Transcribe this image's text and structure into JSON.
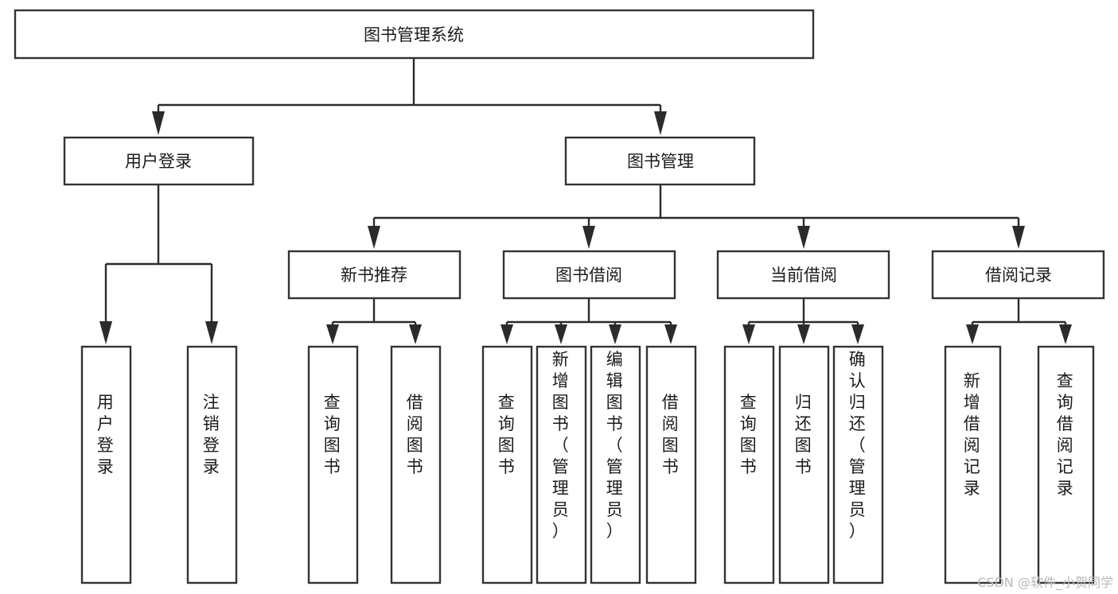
{
  "diagram": {
    "kind": "hierarchy-tree",
    "root": {
      "id": "root",
      "label": "图书管理系统"
    },
    "level2": [
      {
        "id": "user-login",
        "label": "用户登录"
      },
      {
        "id": "book-manage",
        "label": "图书管理"
      }
    ],
    "level3": [
      {
        "id": "new-book-rec",
        "label": "新书推荐",
        "parent": "book-manage"
      },
      {
        "id": "book-borrow",
        "label": "图书借阅",
        "parent": "book-manage"
      },
      {
        "id": "current-borrow",
        "label": "当前借阅",
        "parent": "book-manage"
      },
      {
        "id": "borrow-record",
        "label": "借阅记录",
        "parent": "book-manage"
      }
    ],
    "leaves": {
      "user-login": [
        {
          "id": "leaf-user-login",
          "label": "用户登录"
        },
        {
          "id": "leaf-user-logout",
          "label": "注销登录"
        }
      ],
      "new-book-rec": [
        {
          "id": "leaf-query-book-1",
          "label": "查询图书"
        },
        {
          "id": "leaf-borrow-book-1",
          "label": "借阅图书"
        }
      ],
      "book-borrow": [
        {
          "id": "leaf-query-book-2",
          "label": "查询图书"
        },
        {
          "id": "leaf-add-book",
          "label": "新增图书（管理员）"
        },
        {
          "id": "leaf-edit-book",
          "label": "编辑图书（管理员）"
        },
        {
          "id": "leaf-borrow-book-2",
          "label": "借阅图书"
        }
      ],
      "current-borrow": [
        {
          "id": "leaf-query-book-3",
          "label": "查询图书"
        },
        {
          "id": "leaf-return-book",
          "label": "归还图书"
        },
        {
          "id": "leaf-confirm-return",
          "label": "确认归还（管理员）"
        }
      ],
      "borrow-record": [
        {
          "id": "leaf-add-record",
          "label": "新增借阅记录"
        },
        {
          "id": "leaf-query-record",
          "label": "查询借阅记录"
        }
      ]
    }
  },
  "watermark": {
    "text": "CSDN @软件_小贺同学"
  },
  "colors": {
    "box_stroke": "#333333",
    "box_fill": "#ffffff",
    "link": "#2b2b2b",
    "text": "#1b1b1b",
    "watermark": "#b9b9b9",
    "background": "#ffffff"
  }
}
